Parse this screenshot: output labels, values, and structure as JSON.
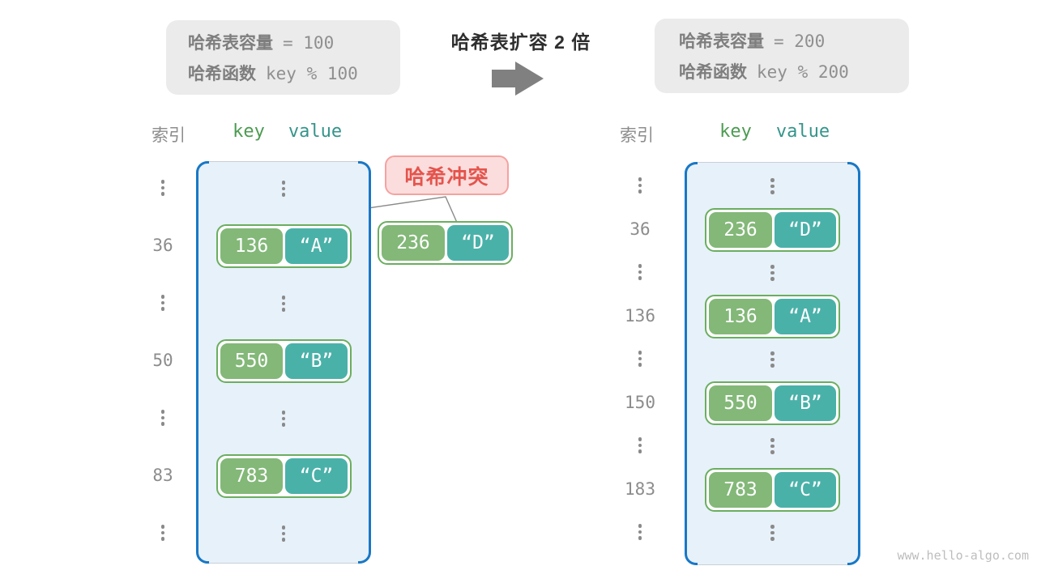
{
  "title": "哈希表扩容 2 倍",
  "info_left": {
    "capacity_label": "哈希表容量",
    "capacity_value": "= 100",
    "hash_label": "哈希函数",
    "hash_value": "key % 100"
  },
  "info_right": {
    "capacity_label": "哈希表容量",
    "capacity_value": "= 200",
    "hash_label": "哈希函数",
    "hash_value": "key % 200"
  },
  "collision_label": "哈希冲突",
  "collision_pair": {
    "key": "236",
    "value": "“D”"
  },
  "left_header": {
    "index": "索引",
    "key": "key",
    "value": "value"
  },
  "right_header": {
    "index": "索引",
    "key": "key",
    "value": "value"
  },
  "left": {
    "capacity": 100,
    "rows": [
      {
        "type": "ellipsis"
      },
      {
        "type": "pair",
        "index": "36",
        "key": "136",
        "value": "“A”"
      },
      {
        "type": "ellipsis"
      },
      {
        "type": "pair",
        "index": "50",
        "key": "550",
        "value": "“B”"
      },
      {
        "type": "ellipsis"
      },
      {
        "type": "pair",
        "index": "83",
        "key": "783",
        "value": "“C”"
      },
      {
        "type": "ellipsis"
      }
    ]
  },
  "right": {
    "capacity": 200,
    "rows": [
      {
        "type": "ellipsis"
      },
      {
        "type": "pair",
        "index": "36",
        "key": "236",
        "value": "“D”"
      },
      {
        "type": "ellipsis"
      },
      {
        "type": "pair",
        "index": "136",
        "key": "136",
        "value": "“A”"
      },
      {
        "type": "ellipsis"
      },
      {
        "type": "pair",
        "index": "150",
        "key": "550",
        "value": "“B”"
      },
      {
        "type": "ellipsis"
      },
      {
        "type": "pair",
        "index": "183",
        "key": "783",
        "value": "“C”"
      },
      {
        "type": "ellipsis"
      }
    ]
  },
  "watermark": "www.hello-algo.com",
  "colors": {
    "green": "#83B878",
    "teal": "#4AB1A9",
    "pairborder": "#6BAE5F",
    "tablebg": "#E7F1FA",
    "blue": "#1878C6",
    "boxbg": "#EBEBEB",
    "gray": "#8C8C8C",
    "badgebg": "#FBDDDD",
    "badgeborder": "#F5A2A0",
    "badgetext": "#E4544C",
    "keyhdr": "#4C9B51",
    "valhdr": "#35948A",
    "arrow": "#808080",
    "line": "#8A8A8A"
  }
}
